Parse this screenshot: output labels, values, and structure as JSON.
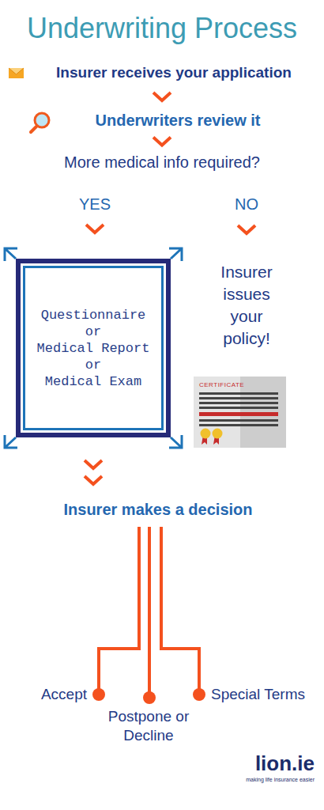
{
  "diagram": {
    "title": "Underwriting Process",
    "nodes": [
      {
        "text": [
          "Insurer receives your application"
        ]
      },
      {
        "text": [
          "Underwriters review it"
        ]
      },
      {
        "text": [
          "More medical info required?"
        ]
      },
      {
        "text": [
          "Questionnaire",
          "or",
          "Medical Report",
          "or",
          "Medical Exam"
        ]
      },
      {
        "text": [
          "Insurer issues your policy!"
        ]
      },
      {
        "text": [
          "Insurer makes a decision"
        ]
      },
      {
        "text": [
          "Accept"
        ]
      },
      {
        "text": [
          "Postpone or Decline"
        ]
      },
      {
        "text": [
          "Special Terms"
        ]
      }
    ],
    "edges": [
      {
        "from": 0,
        "to": 1,
        "arrow": "to"
      },
      {
        "from": 1,
        "to": 2,
        "arrow": "to"
      },
      {
        "from": 2,
        "to": 3,
        "label": "YES",
        "arrow": "to"
      },
      {
        "from": 2,
        "to": 4,
        "label": "NO",
        "arrow": "to"
      },
      {
        "from": 3,
        "to": 5,
        "arrow": "to"
      },
      {
        "from": 5,
        "to": 6,
        "arrow": "none"
      },
      {
        "from": 5,
        "to": 7,
        "arrow": "none"
      },
      {
        "from": 5,
        "to": 8,
        "arrow": "none"
      }
    ],
    "labels": [
      "CERTIFICATE",
      "lion.ie",
      "making life insurance easier"
    ]
  }
}
